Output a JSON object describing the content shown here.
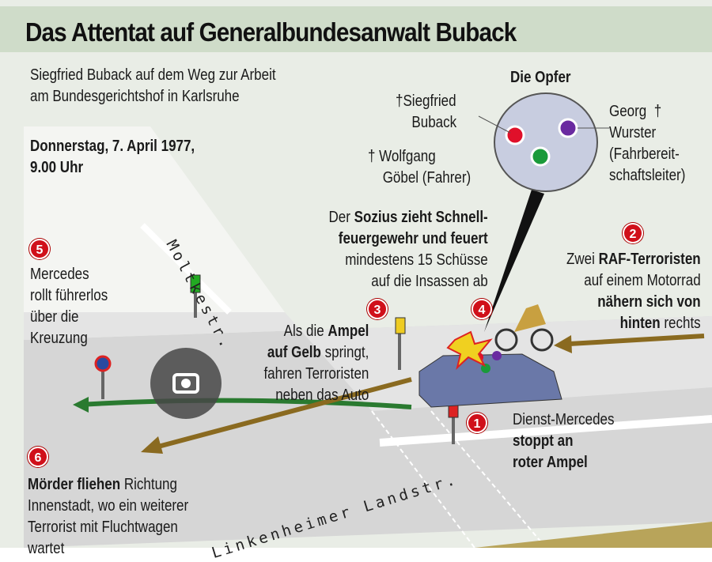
{
  "title": "Das Attentat auf Generalbundesanwalt Buback",
  "subtitle": [
    "Siegfried Buback auf dem Weg zur Arbeit",
    "am Bundesgerichtshof in Karlsruhe"
  ],
  "date": [
    "Donnerstag, 7. April 1977,",
    "9.00 Uhr"
  ],
  "victims": {
    "heading": "Die Opfer",
    "cross": "†",
    "buback": [
      "Siegfried",
      "Buback"
    ],
    "goebel": [
      "Wolfgang",
      "Göbel (Fahrer)"
    ],
    "wurster": [
      "Georg",
      "Wurster",
      "(Fahrbereit-",
      "schaftsleiter)"
    ],
    "colors": {
      "buback": "#e0102a",
      "goebel": "#1a9a3a",
      "wurster": "#6a2aa0"
    }
  },
  "steps": [
    {
      "n": "1",
      "lines": [
        "Dienst-Mercedes",
        "stoppt an",
        "roter Ampel"
      ]
    },
    {
      "n": "2",
      "lines": [
        "Zwei ",
        "RAF-Terroristen",
        "auf einem Motorrad",
        "nähern sich von",
        "hinten",
        " rechts"
      ]
    },
    {
      "n": "3",
      "lines": [
        "Als die ",
        "Ampel",
        "auf Gelb",
        " springt,",
        "fahren Terroristen",
        "neben das Auto"
      ]
    },
    {
      "n": "4",
      "lines": [
        "Der ",
        "Sozius zieht Schnell-",
        "feuergewehr und feuert",
        "mindestens 15 Schüsse",
        "auf die Insassen ab"
      ]
    },
    {
      "n": "5",
      "lines": [
        "Mercedes",
        "rollt führerlos",
        "über die",
        "Kreuzung"
      ]
    },
    {
      "n": "6",
      "lines": [
        "Mörder fliehen",
        " Richtung",
        "Innenstadt, wo ein weiterer",
        "Terrorist mit Fluchtwagen",
        "wartet"
      ]
    }
  ],
  "streets": {
    "moltke": "Moltkestr.",
    "linkenheimer": "Linkenheimer Landstr."
  },
  "colors": {
    "arrow_brown": "#8a6a20",
    "arrow_green": "#2a7a30",
    "badge_red": "#d0101a"
  }
}
